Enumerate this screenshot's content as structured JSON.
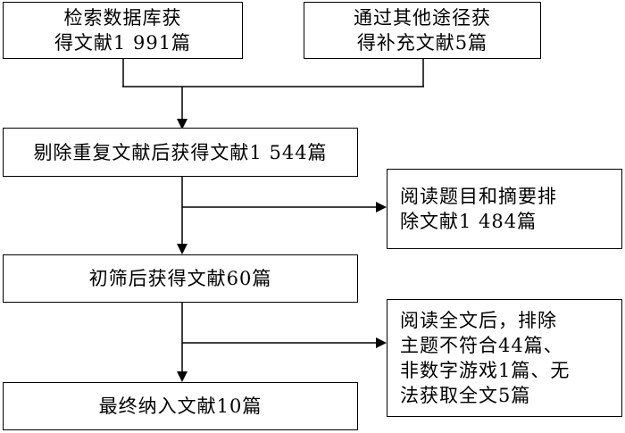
{
  "boxes": {
    "db_search": "检索数据库获\n得文献1 991篇",
    "other_sources": "通过其他途径获\n得补充文献5篇",
    "dedup": "剔除重复文献后获得文献1 544篇",
    "exclude_title_abstract": "阅读题目和摘要排\n除文献1 484篇",
    "initial_screen": "初筛后获得文献60篇",
    "exclude_fulltext": "阅读全文后，排除\n主题不符合44篇、\n非数字游戏1篇、无\n法获取全文5篇",
    "final": "最终纳入文献10篇"
  }
}
